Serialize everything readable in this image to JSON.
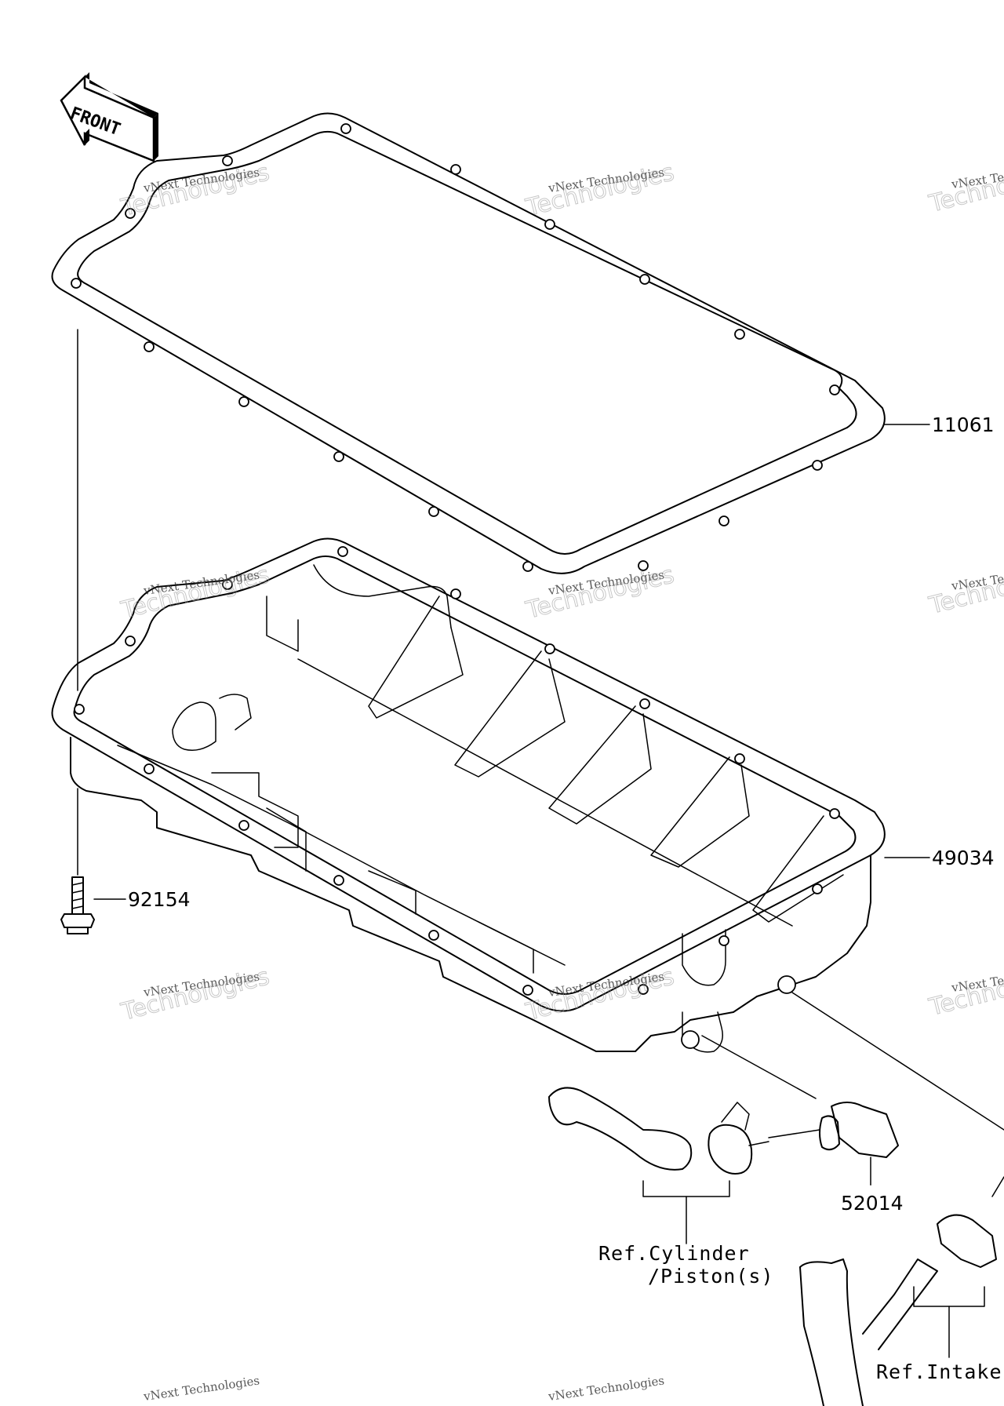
{
  "front_arrow": {
    "label": "FRONT",
    "icon": "front-arrow-icon"
  },
  "parts": [
    {
      "number": "11061",
      "name": "gasket"
    },
    {
      "number": "49034",
      "name": "oil-pan"
    },
    {
      "number": "92154",
      "name": "bolt"
    },
    {
      "number": "52014",
      "name": "fitting"
    }
  ],
  "refs": {
    "cylinder_line1": "Ref.Cylinder",
    "cylinder_line2": "/Piston(s)",
    "intake_line1": "Ref.Intake"
  },
  "watermark": {
    "line1": "vNext Technologies",
    "line2": "Technologies",
    "line2_prefix": "vNext"
  }
}
